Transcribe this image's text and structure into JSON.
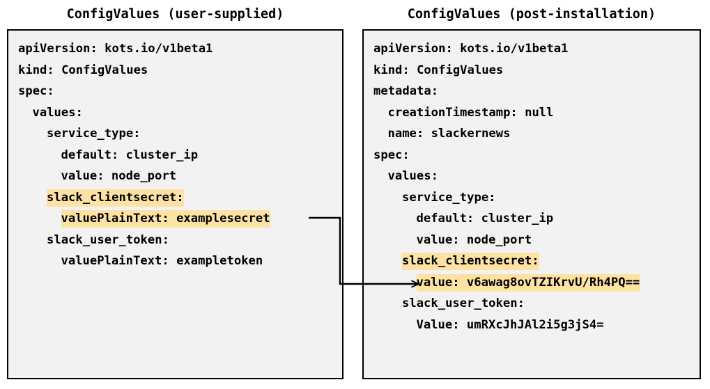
{
  "panels": [
    {
      "id": "user-supplied",
      "title": "ConfigValues (user-supplied)",
      "lines": [
        {
          "text": "apiVersion: kots.io/v1beta1",
          "indent": 0,
          "highlight": false
        },
        {
          "text": "kind: ConfigValues",
          "indent": 0,
          "highlight": false
        },
        {
          "text": "spec:",
          "indent": 0,
          "highlight": false
        },
        {
          "text": "values:",
          "indent": 1,
          "highlight": false
        },
        {
          "text": "service_type:",
          "indent": 2,
          "highlight": false
        },
        {
          "text": "default: cluster_ip",
          "indent": 3,
          "highlight": false
        },
        {
          "text": "value: node_port",
          "indent": 3,
          "highlight": false
        },
        {
          "text": "slack_clientsecret:",
          "indent": 2,
          "highlight": true
        },
        {
          "text": "valuePlainText: examplesecret",
          "indent": 3,
          "highlight": true
        },
        {
          "text": "slack_user_token:",
          "indent": 2,
          "highlight": false
        },
        {
          "text": "valuePlainText: exampletoken",
          "indent": 3,
          "highlight": false
        }
      ]
    },
    {
      "id": "post-installation",
      "title": "ConfigValues (post-installation)",
      "lines": [
        {
          "text": "apiVersion: kots.io/v1beta1",
          "indent": 0,
          "highlight": false
        },
        {
          "text": "kind: ConfigValues",
          "indent": 0,
          "highlight": false
        },
        {
          "text": "metadata:",
          "indent": 0,
          "highlight": false
        },
        {
          "text": "creationTimestamp: null",
          "indent": 1,
          "highlight": false
        },
        {
          "text": "name: slackernews",
          "indent": 1,
          "highlight": false
        },
        {
          "text": "spec:",
          "indent": 0,
          "highlight": false
        },
        {
          "text": "values:",
          "indent": 1,
          "highlight": false
        },
        {
          "text": "service_type:",
          "indent": 2,
          "highlight": false
        },
        {
          "text": "default: cluster_ip",
          "indent": 3,
          "highlight": false
        },
        {
          "text": "value: node_port",
          "indent": 3,
          "highlight": false
        },
        {
          "text": "slack_clientsecret:",
          "indent": 2,
          "highlight": true
        },
        {
          "text": "value: v6awag8ovTZIKrvU/Rh4PQ==",
          "indent": 3,
          "highlight": true
        },
        {
          "text": "slack_user_token:",
          "indent": 2,
          "highlight": false
        },
        {
          "text": "Value: umRXcJhJAl2i5g3jS4=",
          "indent": 3,
          "highlight": false
        }
      ]
    }
  ],
  "connector": {
    "name": "secret-transform-arrow",
    "from_label": "valuePlainText: examplesecret",
    "to_label": "value: v6awag8ovTZIKrvU/Rh4PQ=="
  },
  "colors": {
    "highlight": "#fde2a4",
    "panel_background": "#f2f2f2",
    "border": "#000000",
    "text": "#000000",
    "page_background": "#ffffff"
  }
}
